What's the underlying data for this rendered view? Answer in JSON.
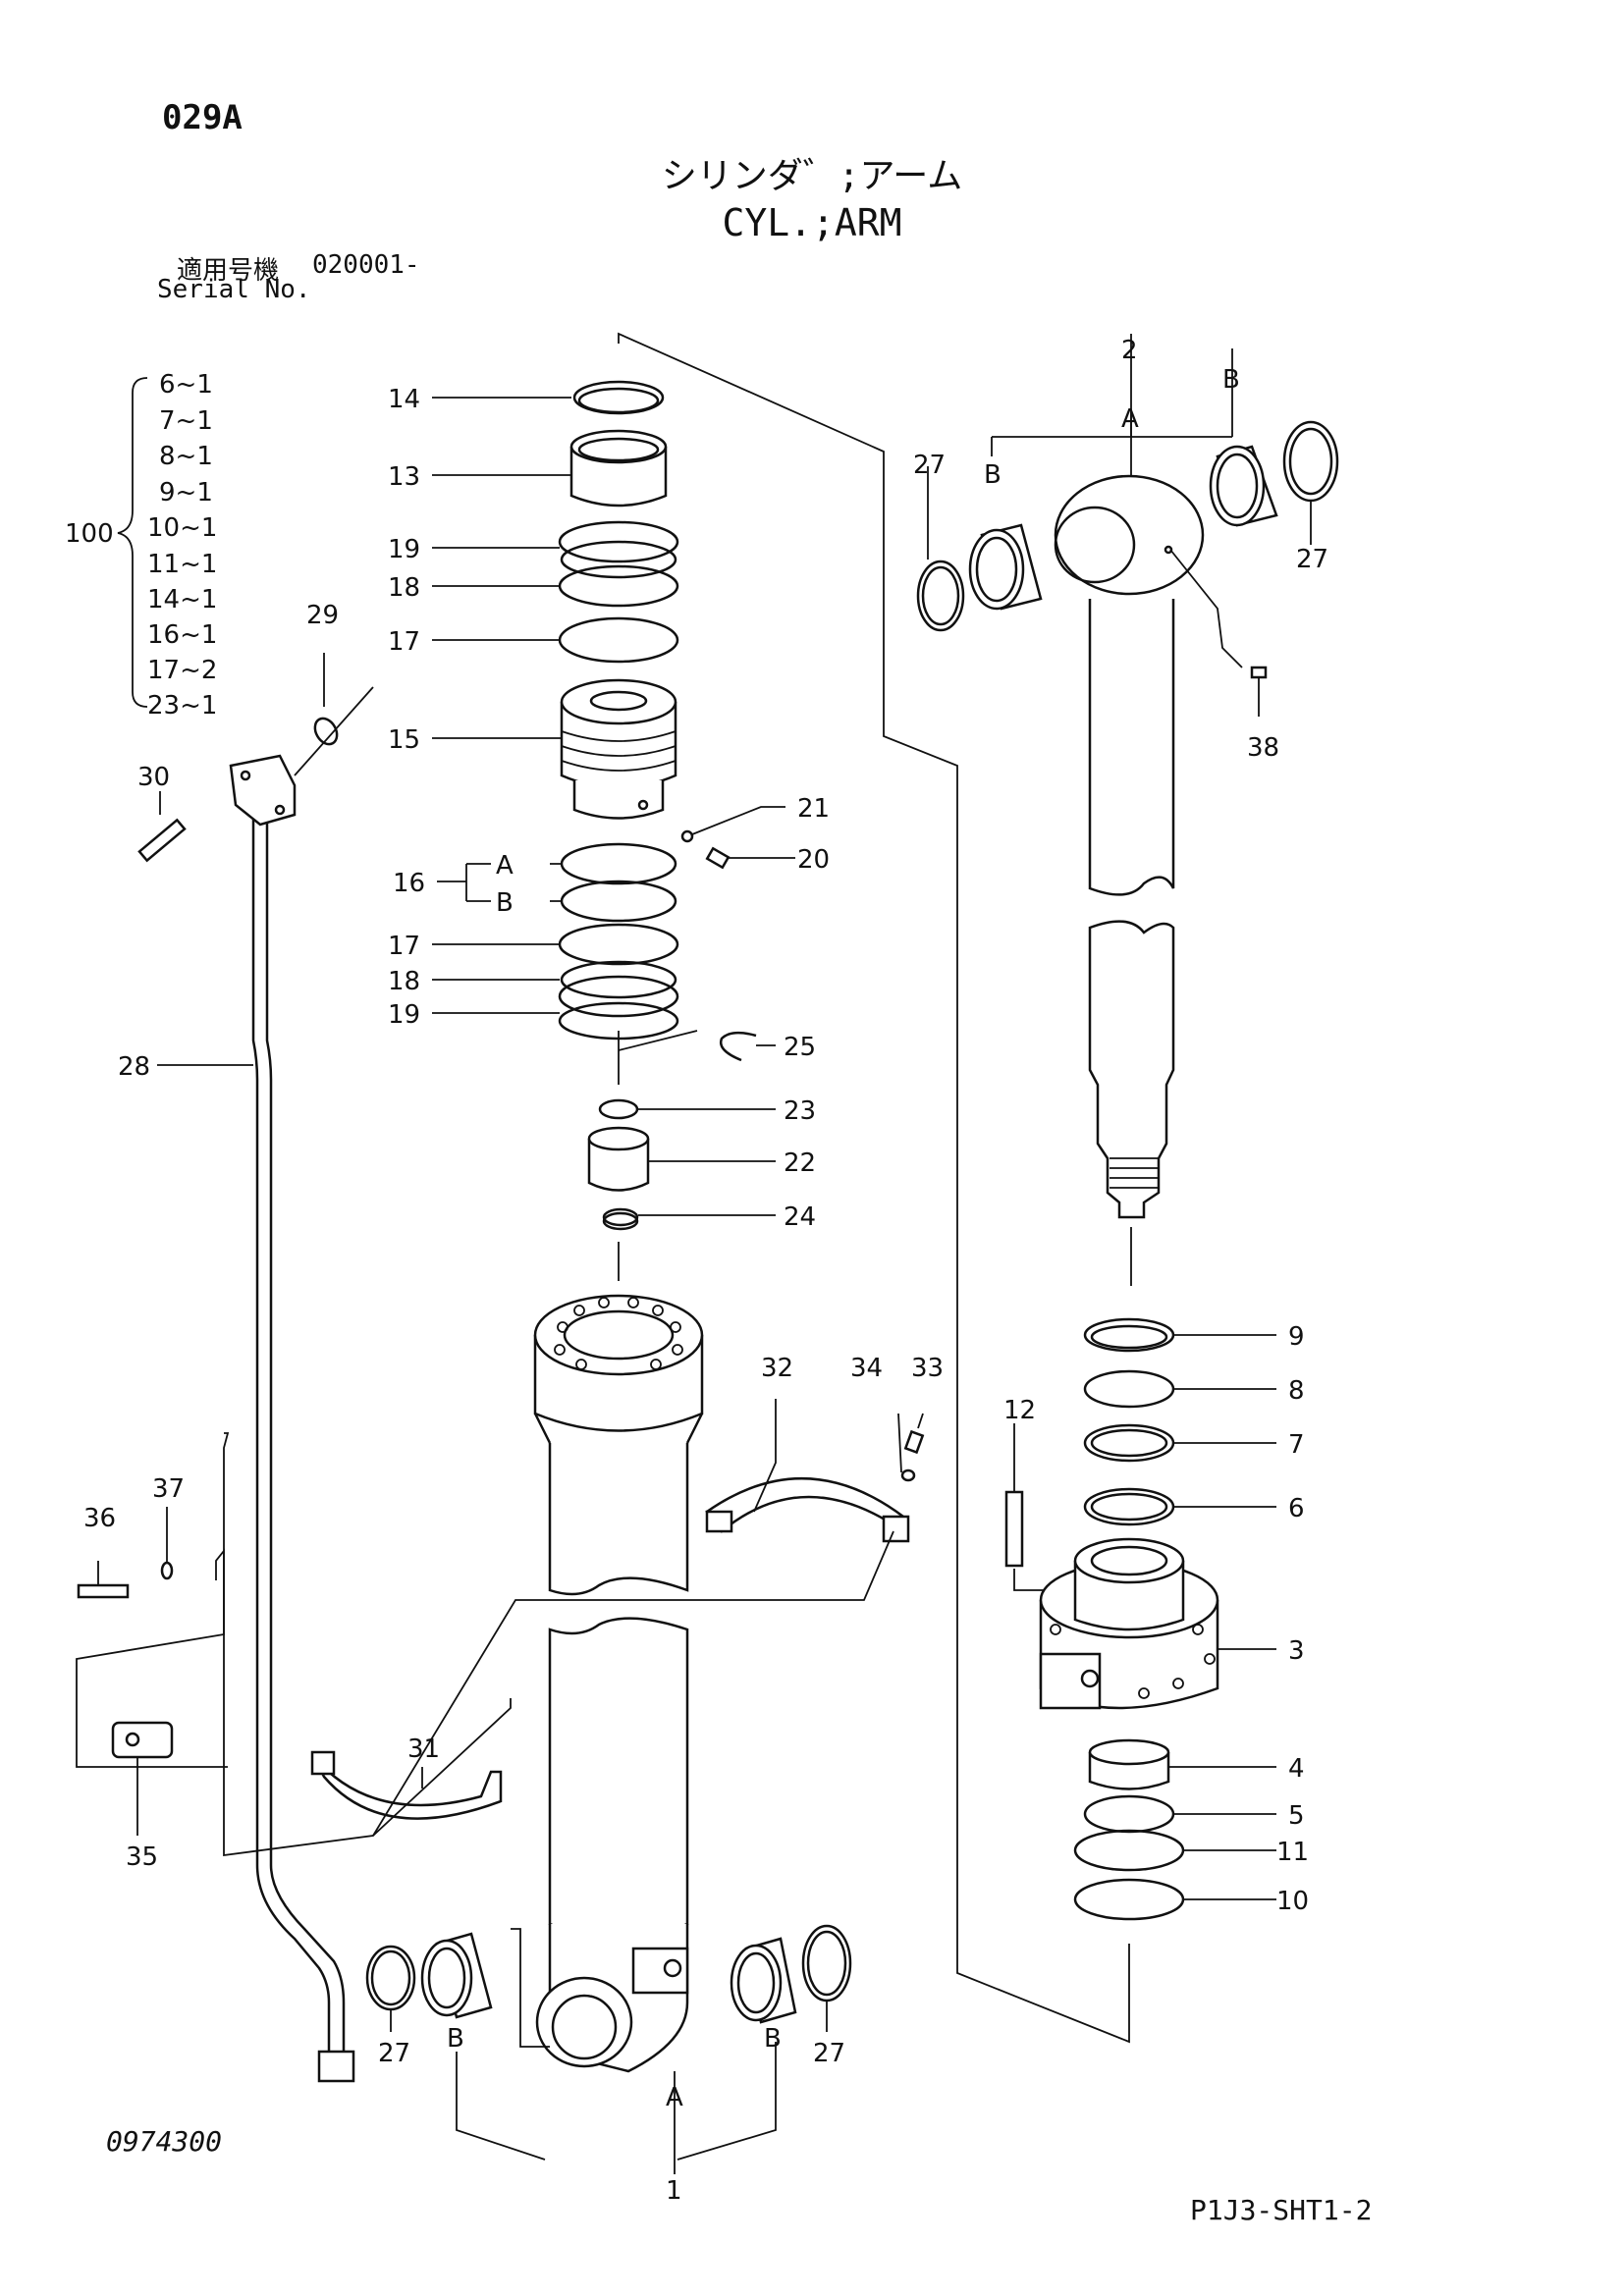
{
  "header": {
    "page_code": "029A",
    "title_jp": "シリンダ゛;アーム",
    "title_en": "CYL.;ARM",
    "serial_label_jp": "適用号機",
    "serial_value": "020001-",
    "serial_label_en": "Serial No."
  },
  "footer": {
    "drawing_number": "0974300",
    "sheet_ref": "P1J3-SHT1-2"
  },
  "kit": {
    "number": "100",
    "items": [
      "6~1",
      "7~1",
      "8~1",
      "9~1",
      "10~1",
      "11~1",
      "14~1",
      "16~1",
      "17~2",
      "23~1"
    ]
  },
  "callouts": {
    "c1": "1",
    "c2": "2",
    "c3": "3",
    "c4": "4",
    "c5": "5",
    "c6": "6",
    "c7": "7",
    "c8": "8",
    "c9": "9",
    "c10": "10",
    "c11": "11",
    "c12": "12",
    "c13": "13",
    "c14": "14",
    "c15": "15",
    "c16": "16",
    "c16a": "A",
    "c16b": "B",
    "c17a": "17",
    "c17b": "17",
    "c18a": "18",
    "c18b": "18",
    "c19a": "19",
    "c19b": "19",
    "c20": "20",
    "c21": "21",
    "c22": "22",
    "c23": "23",
    "c24": "24",
    "c25": "25",
    "c27a": "27",
    "c27b": "27",
    "c27c": "27",
    "c27d": "27",
    "c28": "28",
    "c29": "29",
    "c30": "30",
    "c31": "31",
    "c32": "32",
    "c33": "33",
    "c34": "34",
    "c35": "35",
    "c36": "36",
    "c37": "37",
    "c38": "38",
    "bushA_top": "A",
    "bushB_top_left": "B",
    "bushB_top_right": "B",
    "bushA_bottom": "A",
    "bushB_bottom_left": "B",
    "bushB_bottom_right": "B"
  },
  "icons": [
    "cylinder-tube",
    "piston-rod",
    "piston",
    "cylinder-head",
    "hose-pipe",
    "seal-ring",
    "bushing",
    "bolt",
    "band-clamp"
  ]
}
